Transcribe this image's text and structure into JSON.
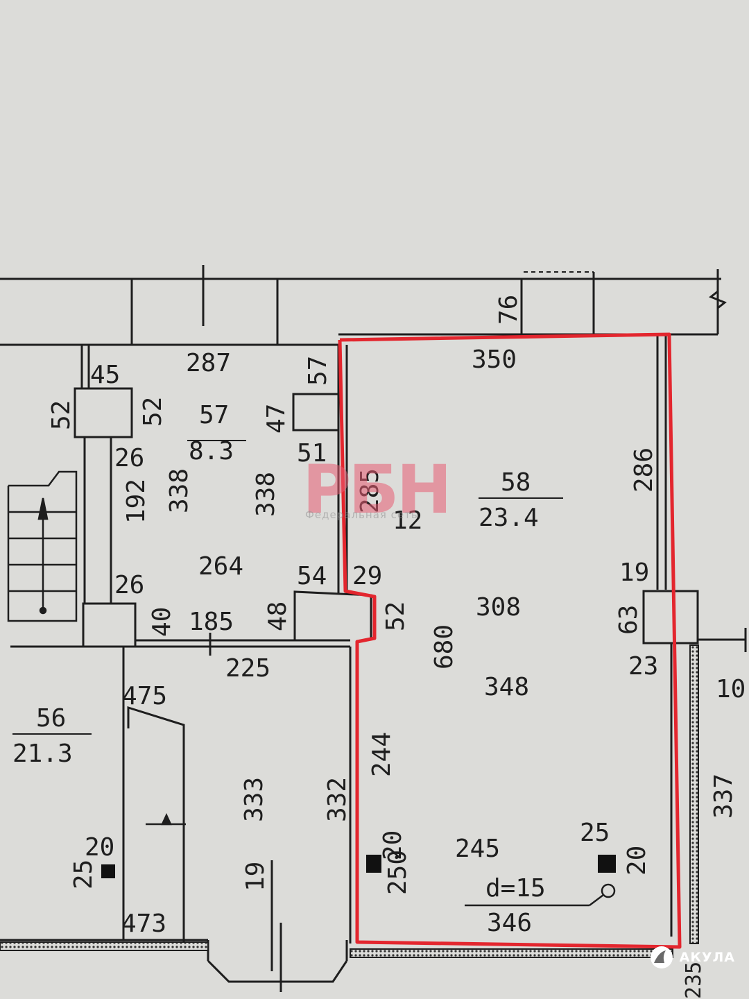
{
  "labels": {
    "d76": "76",
    "d287": "287",
    "d350": "350",
    "d45": "45",
    "d57top": "57",
    "d52a": "52",
    "d52b": "52",
    "d47": "47",
    "d26a": "26",
    "d192": "192",
    "d338a": "338",
    "d338b": "338",
    "d264": "264",
    "d26b": "26",
    "d51": "51",
    "d285": "285",
    "d12": "12",
    "d54": "54",
    "d29": "29",
    "d286": "286",
    "d40": "40",
    "d185": "185",
    "d48": "48",
    "d52c": "52",
    "d680": "680",
    "d308": "308",
    "d19": "19",
    "d63": "63",
    "d23": "23",
    "d10": "10",
    "d225": "225",
    "d475": "475",
    "d348": "348",
    "d244": "244",
    "d333": "333",
    "d332": "332",
    "d337": "337",
    "d20a": "20",
    "d25a": "25",
    "d20b": "20",
    "d250": "250",
    "d245": "245",
    "d25b": "25",
    "d20c": "20",
    "d19b": "19",
    "d473": "473",
    "d346": "346",
    "d235": "235",
    "door": "d=15"
  },
  "rooms": {
    "r57": {
      "num": "57",
      "area": "8.3"
    },
    "r58": {
      "num": "58",
      "area": "23.4"
    },
    "r56": {
      "num": "56",
      "area": "21.3"
    }
  },
  "watermark": {
    "logo": "РБН",
    "subtitle": "Федеральная сеть"
  },
  "brand": {
    "name": "АКУЛА",
    "icon": "shark-fin-icon"
  },
  "colors": {
    "paper": "#dcdcd9",
    "ink": "#1e1e1e",
    "highlight": "#e3262e",
    "watermark": "#e75c72"
  }
}
